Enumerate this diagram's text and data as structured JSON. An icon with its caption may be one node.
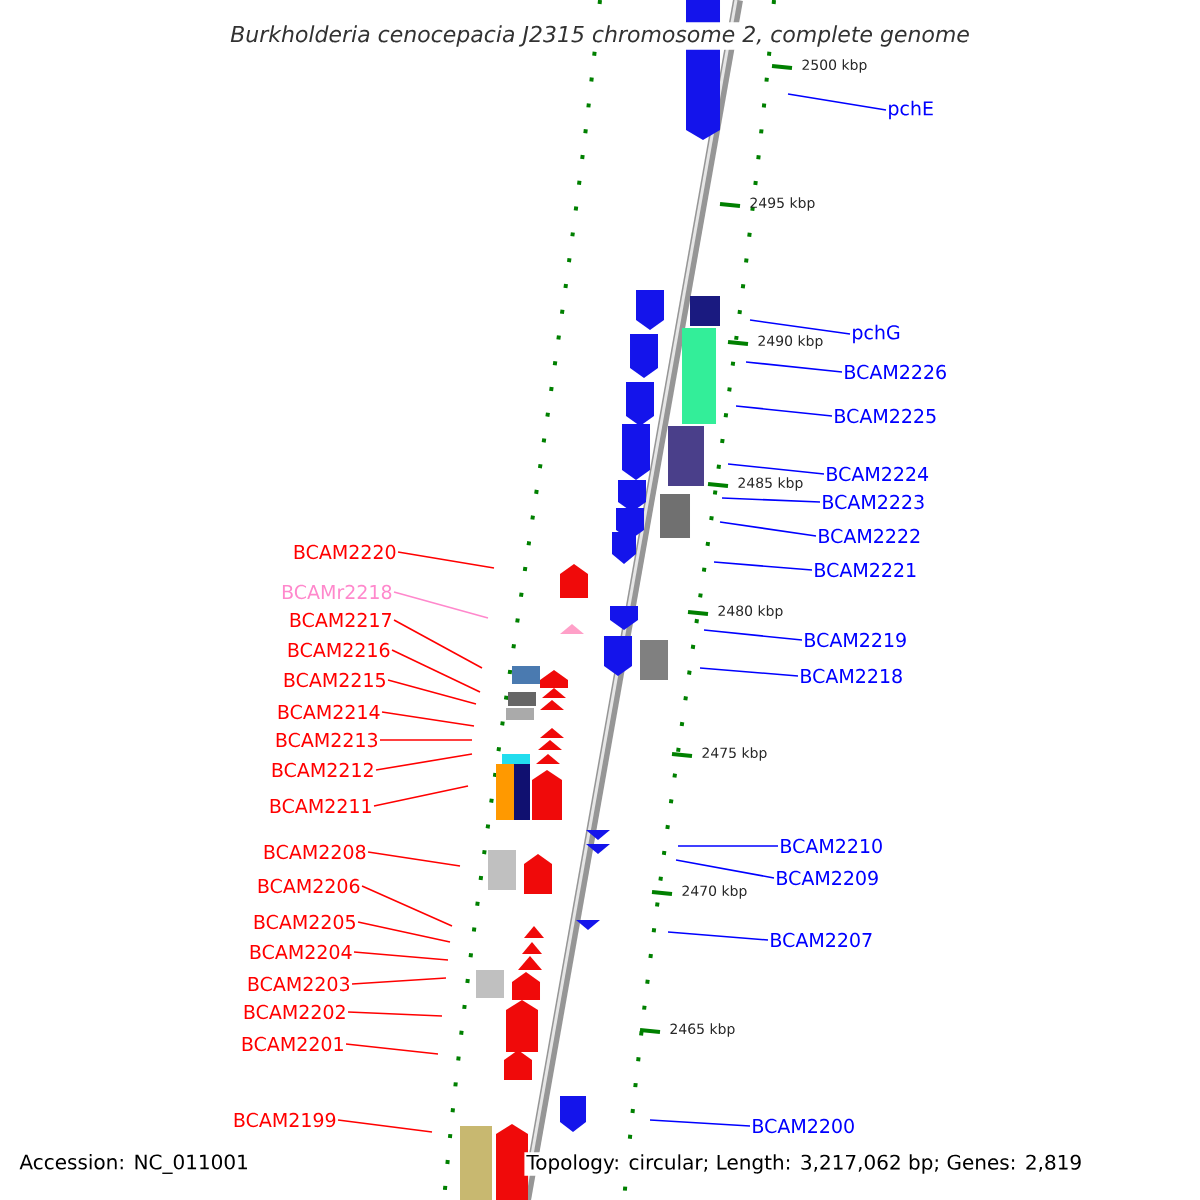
{
  "diagram": {
    "title": "Burkholderia cenocepacia J2315 chromosome 2, complete genome",
    "nodes": [
      {
        "text": [
          "pchE"
        ]
      },
      {
        "text": [
          "pchG"
        ]
      },
      {
        "text": [
          "BCAM2226"
        ]
      },
      {
        "text": [
          "BCAM2225"
        ]
      },
      {
        "text": [
          "BCAM2224"
        ]
      },
      {
        "text": [
          "BCAM2223"
        ]
      },
      {
        "text": [
          "BCAM2222"
        ]
      },
      {
        "text": [
          "BCAM2220"
        ]
      },
      {
        "text": [
          "BCAM2221"
        ]
      },
      {
        "text": [
          "BCAMr2218"
        ]
      },
      {
        "text": [
          "BCAM2217"
        ]
      },
      {
        "text": [
          "BCAM2219"
        ]
      },
      {
        "text": [
          "BCAM2216"
        ]
      },
      {
        "text": [
          "BCAM2218"
        ]
      },
      {
        "text": [
          "BCAM2215"
        ]
      },
      {
        "text": [
          "BCAM2214"
        ]
      },
      {
        "text": [
          "BCAM2213"
        ]
      },
      {
        "text": [
          "BCAM2212"
        ]
      },
      {
        "text": [
          "BCAM2211"
        ]
      },
      {
        "text": [
          "BCAM2210"
        ]
      },
      {
        "text": [
          "BCAM2208"
        ]
      },
      {
        "text": [
          "BCAM2209"
        ]
      },
      {
        "text": [
          "BCAM2206"
        ]
      },
      {
        "text": [
          "BCAM2205"
        ]
      },
      {
        "text": [
          "BCAM2207"
        ]
      },
      {
        "text": [
          "BCAM2204"
        ]
      },
      {
        "text": [
          "BCAM2203"
        ]
      },
      {
        "text": [
          "BCAM2202"
        ]
      },
      {
        "text": [
          "BCAM2201"
        ]
      },
      {
        "text": [
          "BCAM2199"
        ]
      },
      {
        "text": [
          "BCAM2200"
        ]
      }
    ],
    "edges": [
      {
        "from": 0,
        "to": null,
        "arrow": "none",
        "color": "#0000ff"
      },
      {
        "from": 1,
        "to": null,
        "arrow": "none",
        "color": "#0000ff"
      },
      {
        "from": 2,
        "to": null,
        "arrow": "none",
        "color": "#0000ff"
      },
      {
        "from": 3,
        "to": null,
        "arrow": "none",
        "color": "#0000ff"
      },
      {
        "from": 4,
        "to": null,
        "arrow": "none",
        "color": "#0000ff"
      },
      {
        "from": 5,
        "to": null,
        "arrow": "none",
        "color": "#0000ff"
      },
      {
        "from": 6,
        "to": null,
        "arrow": "none",
        "color": "#0000ff"
      },
      {
        "from": 7,
        "to": null,
        "arrow": "none"
      },
      {
        "from": 8,
        "to": null,
        "arrow": "none",
        "color": "#0000ff"
      },
      {
        "from": 9,
        "to": null,
        "arrow": "none",
        "color": "#ff88cc"
      },
      {
        "from": 10,
        "to": null,
        "arrow": "none"
      },
      {
        "from": 11,
        "to": null,
        "arrow": "none",
        "color": "#0000ff"
      },
      {
        "from": 12,
        "to": null,
        "arrow": "none"
      },
      {
        "from": 13,
        "to": null,
        "arrow": "none",
        "color": "#0000ff"
      },
      {
        "from": 14,
        "to": null,
        "arrow": "none"
      },
      {
        "from": 15,
        "to": null,
        "arrow": "none"
      },
      {
        "from": 16,
        "to": null,
        "arrow": "none"
      },
      {
        "from": 17,
        "to": null,
        "arrow": "none"
      },
      {
        "from": 18,
        "to": null,
        "arrow": "none"
      },
      {
        "from": 19,
        "to": null,
        "arrow": "none",
        "color": "#0000ff"
      },
      {
        "from": 20,
        "to": null,
        "arrow": "none"
      },
      {
        "from": 21,
        "to": null,
        "arrow": "none",
        "color": "#0000ff"
      },
      {
        "from": 22,
        "to": null,
        "arrow": "none"
      },
      {
        "from": 23,
        "to": null,
        "arrow": "none"
      },
      {
        "from": 24,
        "to": null,
        "arrow": "none",
        "color": "#0000ff"
      },
      {
        "from": 25,
        "to": null,
        "arrow": "none"
      },
      {
        "from": 26,
        "to": null,
        "arrow": "none"
      },
      {
        "from": 27,
        "to": null,
        "arrow": "none"
      },
      {
        "from": 28,
        "to": null,
        "arrow": "none"
      },
      {
        "from": 29,
        "to": null,
        "arrow": "none"
      },
      {
        "from": 30,
        "to": null,
        "arrow": "none",
        "color": "#0000ff"
      }
    ],
    "labels": [
      "2500 kbp",
      "2495 kbp",
      "2490 kbp",
      "2485 kbp",
      "2480 kbp",
      "2475 kbp",
      "2470 kbp",
      "2465 kbp",
      "Accession: NC_011001",
      "Topology: circular; Length: 3,217,062 bp; Genes: 2,819"
    ]
  }
}
